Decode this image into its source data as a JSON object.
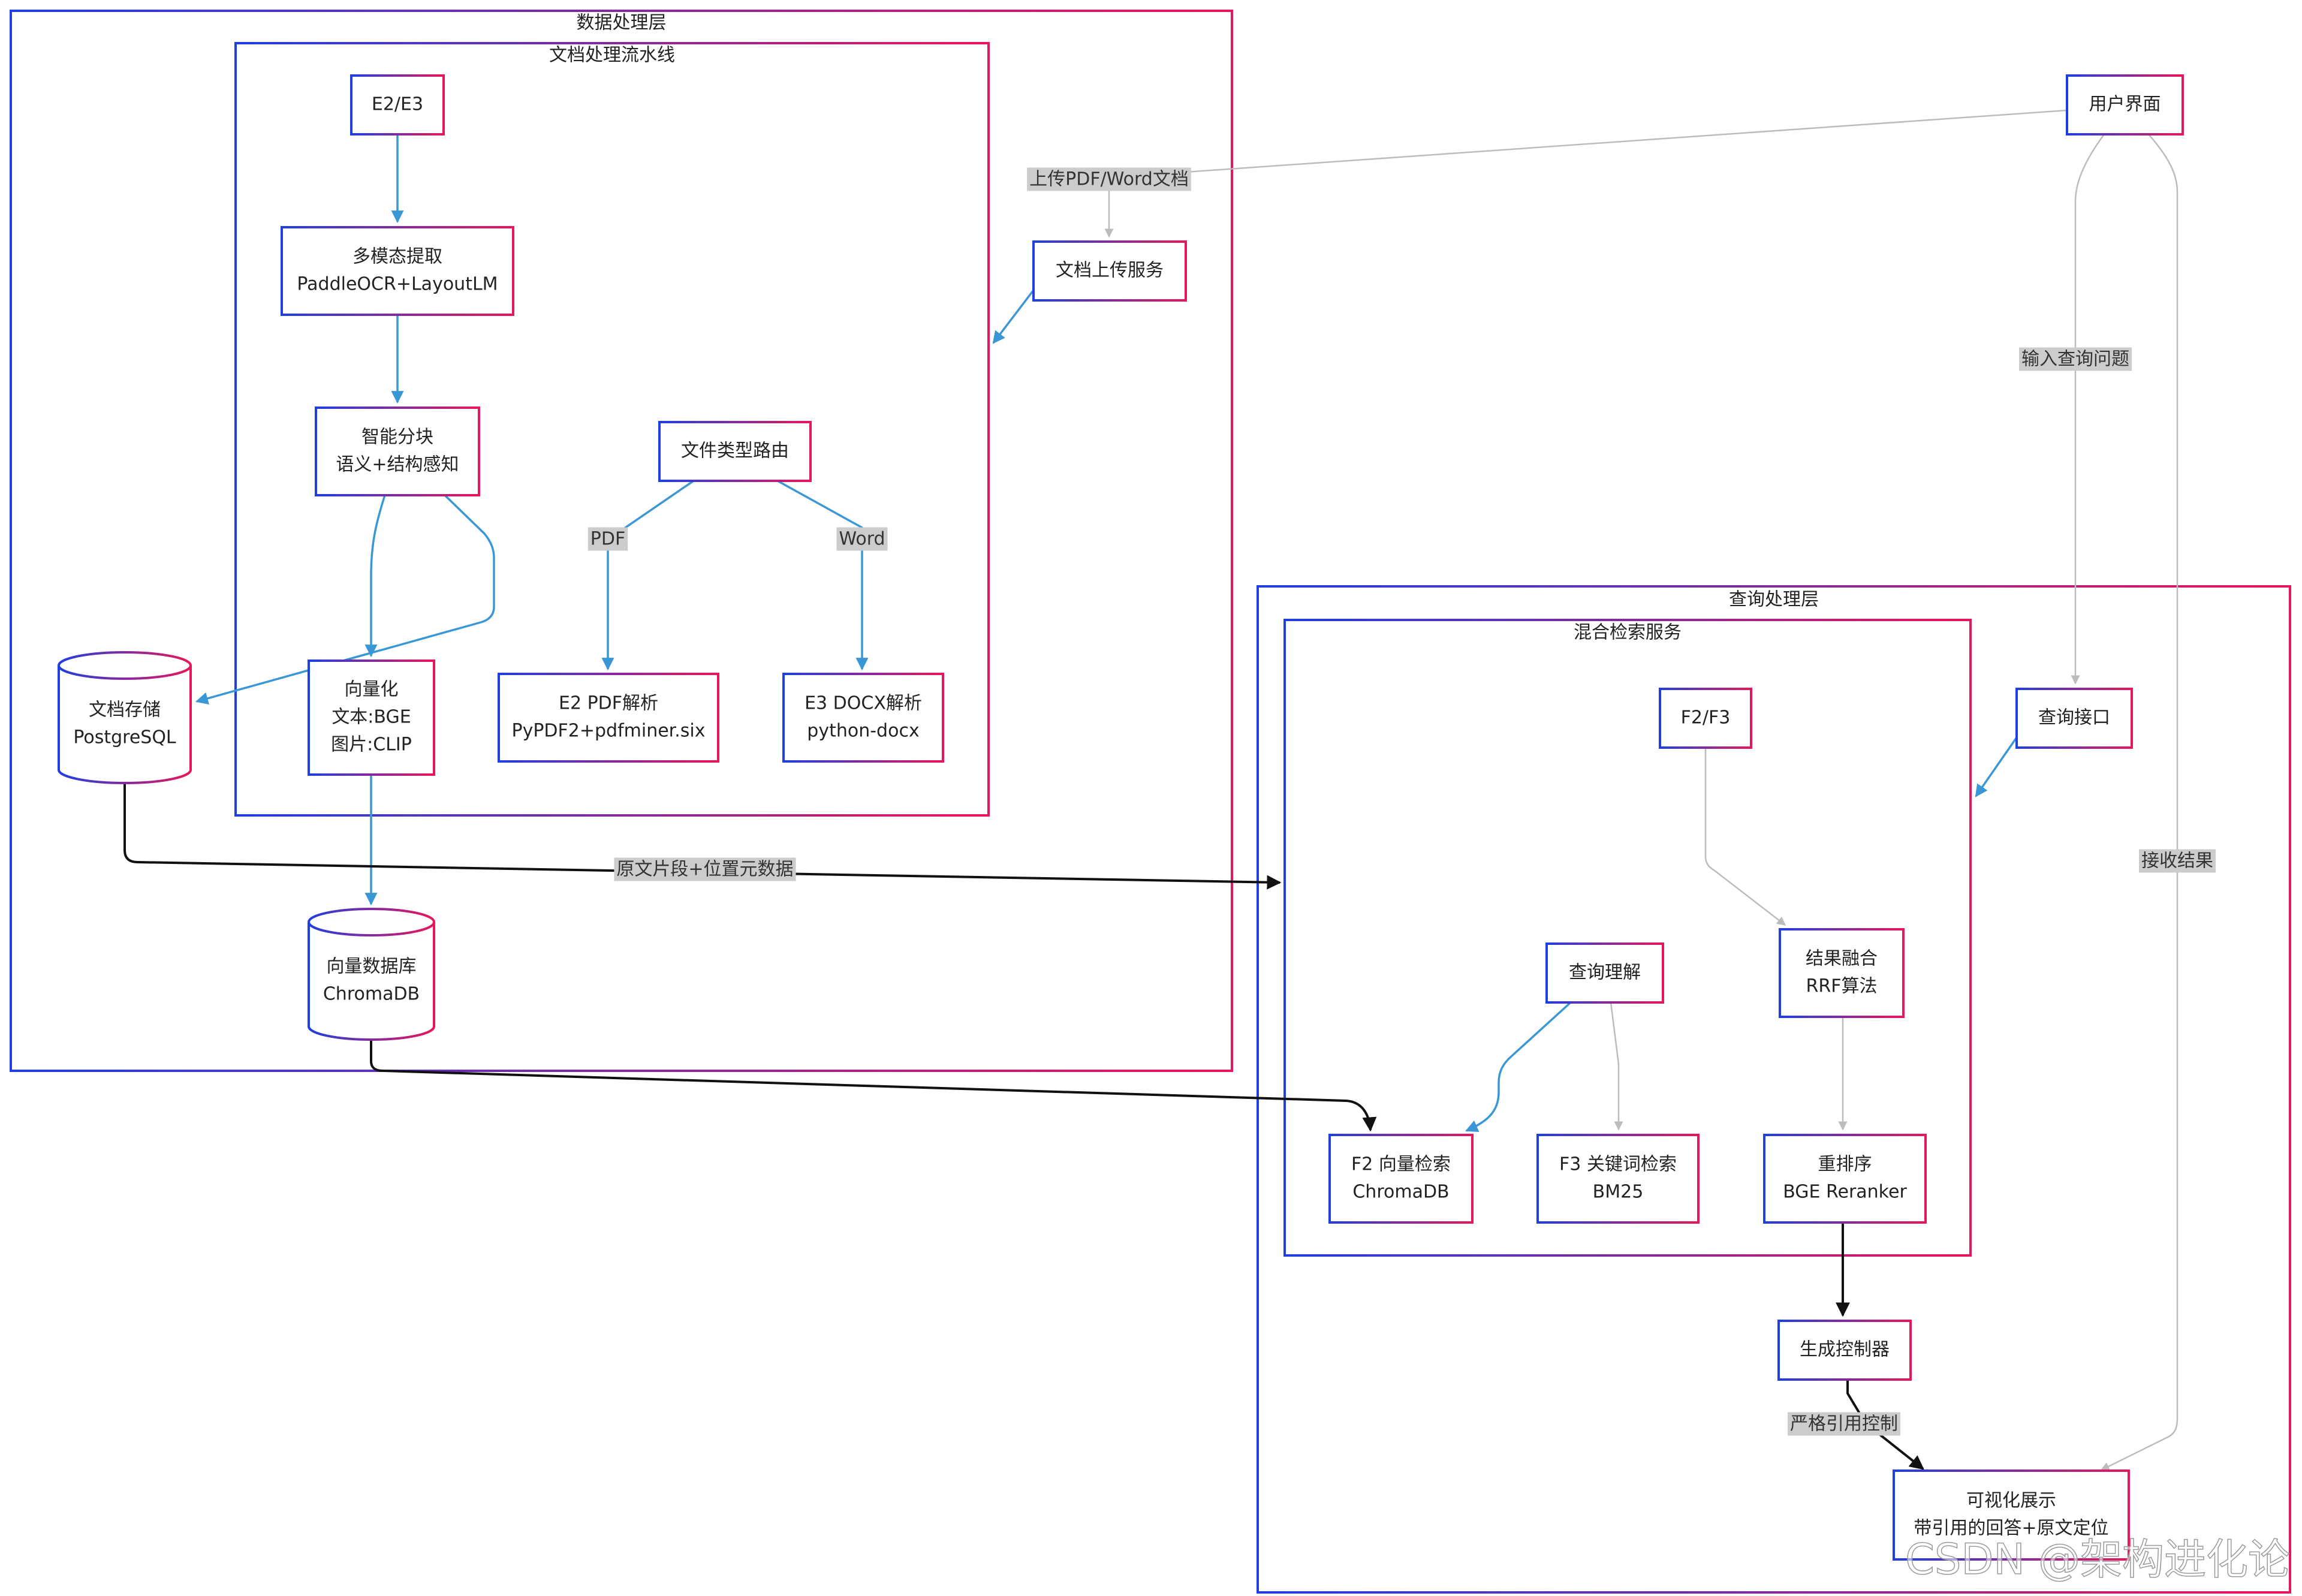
{
  "colors": {
    "border_start": "#1f3fe0",
    "border_end": "#e8165a",
    "blue_edge": "#3a97d6",
    "gray_edge": "#bcbcbc",
    "black_edge": "#111111",
    "label_bg": "#cccccc"
  },
  "groups": [
    {
      "id": "data_layer",
      "title": "数据处理层"
    },
    {
      "id": "doc_pipeline",
      "title": "文档处理流水线"
    },
    {
      "id": "query_layer",
      "title": "查询处理层"
    },
    {
      "id": "hybrid_retrieval",
      "title": "混合检索服务"
    }
  ],
  "nodes": [
    {
      "id": "user_ui",
      "shape": "rect",
      "lines": [
        "用户界面"
      ]
    },
    {
      "id": "upload_service",
      "shape": "rect",
      "lines": [
        "文档上传服务"
      ]
    },
    {
      "id": "e2e3",
      "shape": "rect",
      "lines": [
        "E2/E3"
      ]
    },
    {
      "id": "multimodal",
      "shape": "rect",
      "lines": [
        "多模态提取",
        "PaddleOCR+LayoutLM"
      ]
    },
    {
      "id": "chunking",
      "shape": "rect",
      "lines": [
        "智能分块",
        "语义+结构感知"
      ]
    },
    {
      "id": "vectorize",
      "shape": "rect",
      "lines": [
        "向量化",
        "文本:BGE",
        "图片:CLIP"
      ]
    },
    {
      "id": "file_router",
      "shape": "rect",
      "lines": [
        "文件类型路由"
      ]
    },
    {
      "id": "pdf_parse",
      "shape": "rect",
      "lines": [
        "E2 PDF解析",
        "PyPDF2+pdfminer.six"
      ]
    },
    {
      "id": "docx_parse",
      "shape": "rect",
      "lines": [
        "E3 DOCX解析",
        "python-docx"
      ]
    },
    {
      "id": "doc_store",
      "shape": "cylinder",
      "lines": [
        "文档存储",
        "PostgreSQL"
      ]
    },
    {
      "id": "vector_db",
      "shape": "cylinder",
      "lines": [
        "向量数据库",
        "ChromaDB"
      ]
    },
    {
      "id": "query_api",
      "shape": "rect",
      "lines": [
        "查询接口"
      ]
    },
    {
      "id": "f2f3",
      "shape": "rect",
      "lines": [
        "F2/F3"
      ]
    },
    {
      "id": "fusion",
      "shape": "rect",
      "lines": [
        "结果融合",
        "RRF算法"
      ]
    },
    {
      "id": "query_understanding",
      "shape": "rect",
      "lines": [
        "查询理解"
      ]
    },
    {
      "id": "vector_search",
      "shape": "rect",
      "lines": [
        "F2 向量检索",
        "ChromaDB"
      ]
    },
    {
      "id": "keyword_search",
      "shape": "rect",
      "lines": [
        "F3 关键词检索",
        "BM25"
      ]
    },
    {
      "id": "rerank",
      "shape": "rect",
      "lines": [
        "重排序",
        "BGE Reranker"
      ]
    },
    {
      "id": "gen_controller",
      "shape": "rect",
      "lines": [
        "生成控制器"
      ]
    },
    {
      "id": "visualize",
      "shape": "rect",
      "lines": [
        "可视化展示",
        "带引用的回答+原文定位"
      ]
    }
  ],
  "edges": [
    {
      "id": "ui_to_upload",
      "style": "gray",
      "label": "上传PDF/Word文档"
    },
    {
      "id": "upload_to_pipeline",
      "style": "blue",
      "label": ""
    },
    {
      "id": "e2e3_to_multimodal",
      "style": "blue",
      "label": ""
    },
    {
      "id": "multimodal_to_chunking",
      "style": "blue",
      "label": ""
    },
    {
      "id": "chunking_to_vectorize",
      "style": "blue",
      "label": ""
    },
    {
      "id": "chunking_to_docstore",
      "style": "blue",
      "label": ""
    },
    {
      "id": "router_to_pdf",
      "style": "blue",
      "label": "PDF"
    },
    {
      "id": "router_to_docx",
      "style": "blue",
      "label": "Word"
    },
    {
      "id": "vectorize_to_vectordb",
      "style": "blue",
      "label": ""
    },
    {
      "id": "docstore_to_retrieval",
      "style": "black",
      "label": "原文片段+位置元数据"
    },
    {
      "id": "vectordb_to_vectorsearch",
      "style": "black",
      "label": ""
    },
    {
      "id": "ui_to_query_api",
      "style": "gray",
      "label": "输入查询问题"
    },
    {
      "id": "query_api_to_retrieval",
      "style": "blue",
      "label": ""
    },
    {
      "id": "f2f3_to_fusion",
      "style": "gray",
      "label": ""
    },
    {
      "id": "understanding_to_vectorsearch",
      "style": "blue",
      "label": ""
    },
    {
      "id": "understanding_to_keyword",
      "style": "gray",
      "label": ""
    },
    {
      "id": "fusion_to_rerank",
      "style": "gray",
      "label": ""
    },
    {
      "id": "rerank_to_generator",
      "style": "black",
      "label": ""
    },
    {
      "id": "generator_to_visualize",
      "style": "black",
      "label": "严格引用控制"
    },
    {
      "id": "ui_to_visualize",
      "style": "gray",
      "label": "接收结果"
    }
  ],
  "watermark": "CSDN @架构进化论"
}
